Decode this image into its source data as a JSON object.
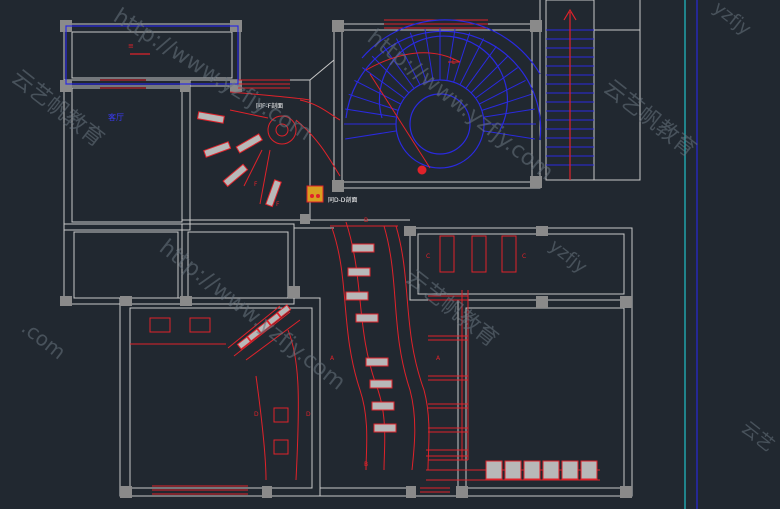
{
  "drawing": {
    "room_label": "客厅",
    "section_labels": {
      "f": "同F-F剖面",
      "d": "同D-D剖面"
    },
    "markers": {
      "a_left": "A",
      "a_right": "A",
      "b_top": "B",
      "b_bottom": "B",
      "c_left": "C",
      "c_right": "C",
      "d_left": "D",
      "d_right": "D",
      "f_top": "F",
      "f_bottom": "F",
      "e_mark": "E"
    },
    "watermarks": {
      "url": "http://www.yzfjy.com",
      "url_short": "yzfjy",
      "brand": "云艺帆教育",
      "url_com": ".com",
      "brand_short": "云艺"
    }
  },
  "colors": {
    "background": "#212830",
    "wall": "#c8c8c8",
    "red": "#e0222a",
    "blue": "#1a1ad6",
    "cyan": "#20c0c8",
    "watermark": "#6a7580"
  }
}
